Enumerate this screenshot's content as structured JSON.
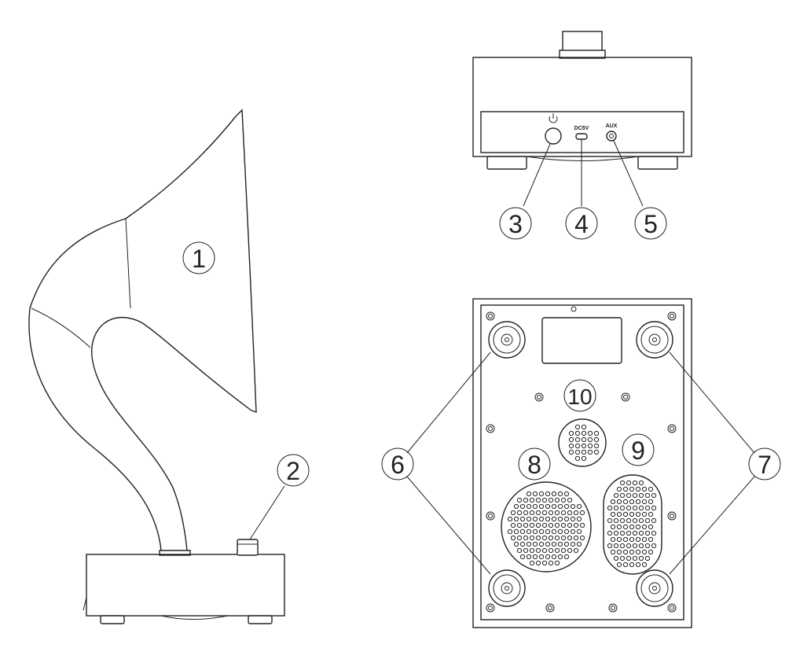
{
  "callouts": {
    "c1": "1",
    "c2": "2",
    "c3": "3",
    "c4": "4",
    "c5": "5",
    "c6": "6",
    "c7": "7",
    "c8": "8",
    "c9": "9",
    "c10": "10"
  },
  "panel_labels": {
    "dc_label": "DC5V",
    "aux_label": "AUX"
  },
  "icons": [
    "power-icon"
  ],
  "colors": {
    "line": "#222222",
    "background": "#ffffff"
  }
}
